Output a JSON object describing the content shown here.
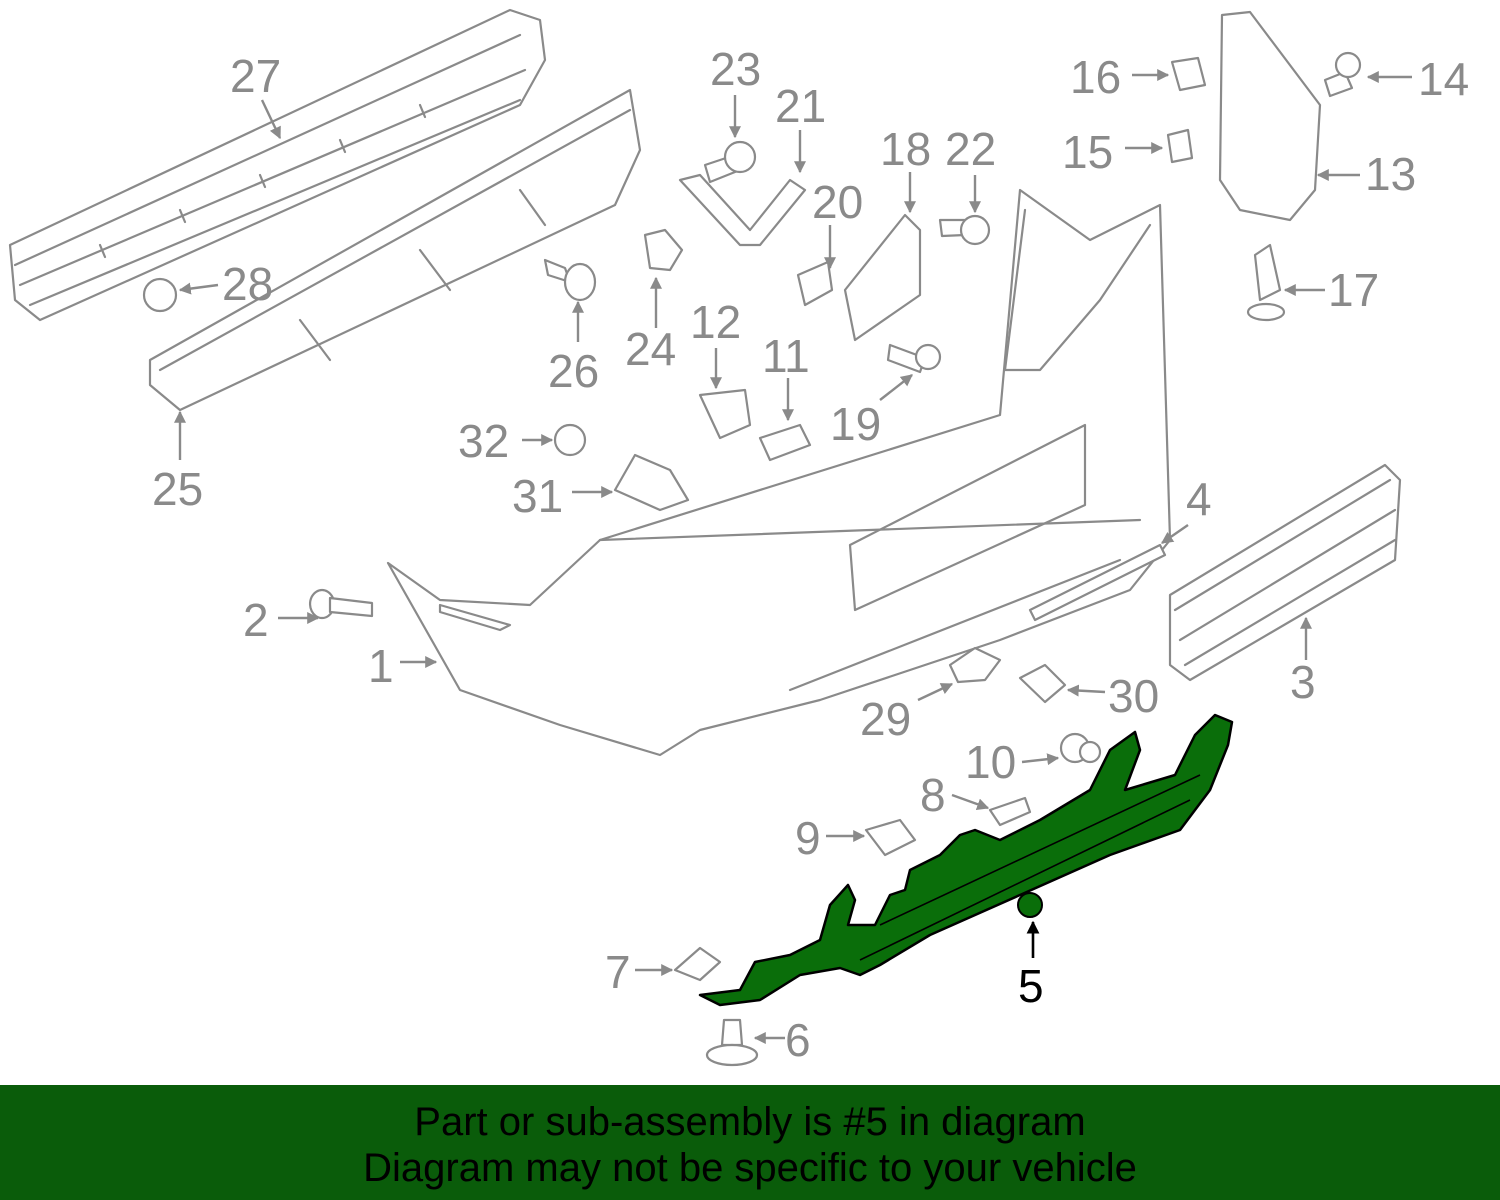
{
  "diagram": {
    "callouts": [
      "1",
      "2",
      "3",
      "4",
      "5",
      "6",
      "7",
      "8",
      "9",
      "10",
      "11",
      "12",
      "13",
      "14",
      "15",
      "16",
      "17",
      "18",
      "19",
      "20",
      "21",
      "22",
      "23",
      "24",
      "25",
      "26",
      "27",
      "28",
      "29",
      "30",
      "31",
      "32"
    ],
    "selected_part": "5",
    "colors": {
      "line": "#8a8a8a",
      "highlight_fill": "#0a6e0a",
      "highlight_stroke": "#000000",
      "banner": "#0a5c0a"
    }
  },
  "banner": {
    "line1": "Part or sub-assembly is #5 in diagram",
    "line2": "Diagram may not be specific to your vehicle"
  }
}
